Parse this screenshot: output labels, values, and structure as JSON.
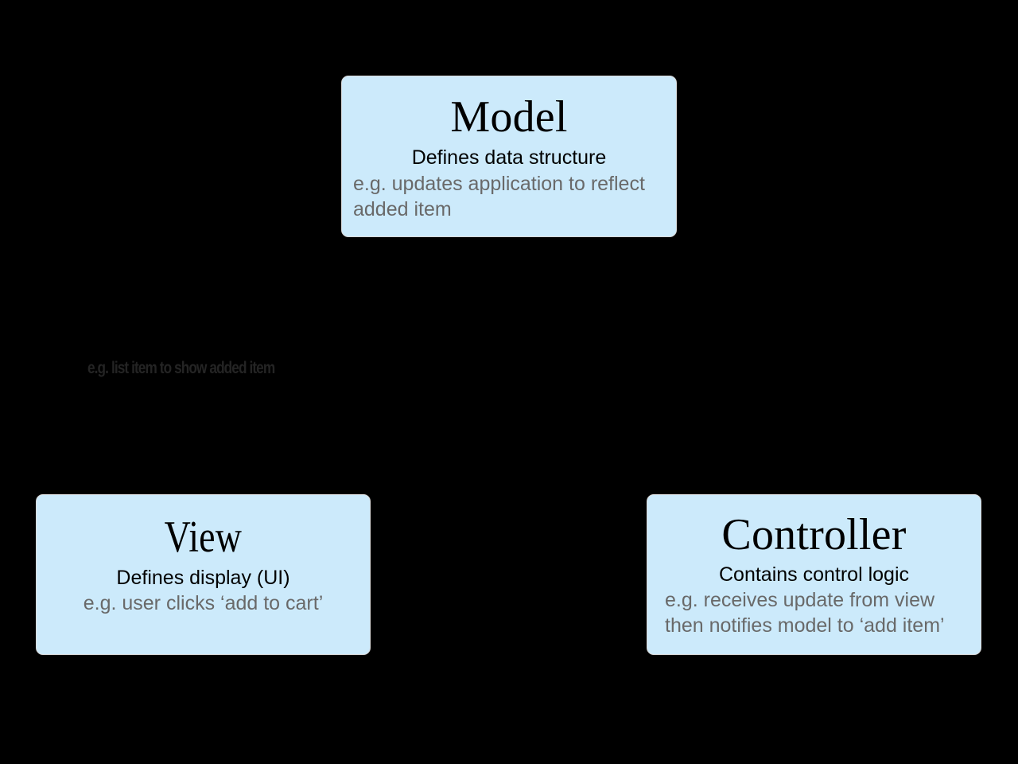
{
  "diagram": {
    "background_color": "#000000",
    "node_fill_color": "#cceafb",
    "node_border_color": "#d9d9d9",
    "title_color": "#000000",
    "subtitle_color": "#000000",
    "example_color": "#696969",
    "annotation_color": "#242424"
  },
  "nodes": {
    "model": {
      "title": "Model",
      "subtitle": "Defines data structure",
      "example": "e.g. updates application to reflect added item"
    },
    "view": {
      "title": "View",
      "subtitle": "Defines display (UI)",
      "example": "e.g. user clicks ‘add to cart’"
    },
    "controller": {
      "title": "Controller",
      "subtitle": "Contains control logic",
      "example_line1": "e.g. receives update from view",
      "example_line2": "then notifies model to ‘add item’"
    }
  },
  "annotations": {
    "view_to_model": "e.g. list item to show added item"
  }
}
